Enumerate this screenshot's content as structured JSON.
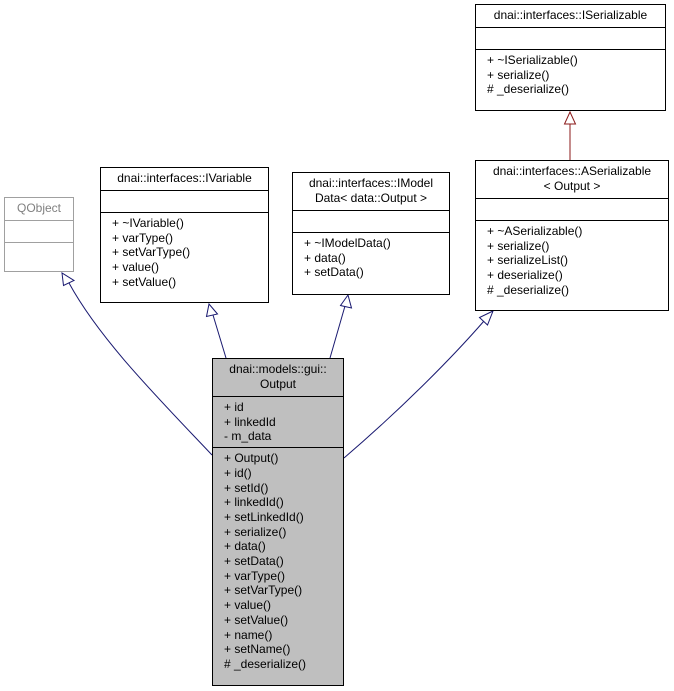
{
  "classes": {
    "qobject": {
      "title": [
        "QObject"
      ],
      "attributes": [],
      "operations": []
    },
    "ivariable": {
      "title": [
        "dnai::interfaces::IVariable"
      ],
      "attributes": [],
      "operations": [
        "+ ~IVariable()",
        "+ varType()",
        "+ setVarType()",
        "+ value()",
        "+ setValue()"
      ]
    },
    "imodeldata": {
      "title": [
        "dnai::interfaces::IModel",
        "Data< data::Output >"
      ],
      "attributes": [],
      "operations": [
        "+ ~IModelData()",
        "+ data()",
        "+ setData()"
      ]
    },
    "iserializable": {
      "title": [
        "dnai::interfaces::ISerializable"
      ],
      "attributes": [],
      "operations": [
        "+ ~ISerializable()",
        "+ serialize()",
        "# _deserialize()"
      ]
    },
    "aserializable": {
      "title": [
        "dnai::interfaces::ASerializable",
        "< Output >"
      ],
      "attributes": [],
      "operations": [
        "+ ~ASerializable()",
        "+ serialize()",
        "+ serializeList()",
        "+ deserialize()",
        "# _deserialize()"
      ]
    },
    "output": {
      "title": [
        "dnai::models::gui::",
        "Output"
      ],
      "attributes": [
        "+ id",
        "+ linkedId",
        "- m_data"
      ],
      "operations": [
        "+ Output()",
        "+ id()",
        "+ setId()",
        "+ linkedId()",
        "+ setLinkedId()",
        "+ serialize()",
        "+ data()",
        "+ setData()",
        "+ varType()",
        "+ setVarType()",
        "+ value()",
        "+ setValue()",
        "+ name()",
        "+ setName()",
        "# _deserialize()"
      ]
    }
  },
  "colors": {
    "inheritance_edge": "#191970",
    "template_edge": "#8b1a1a",
    "focus_fill": "#bfbfbf",
    "external_border": "#a0a0a0"
  }
}
